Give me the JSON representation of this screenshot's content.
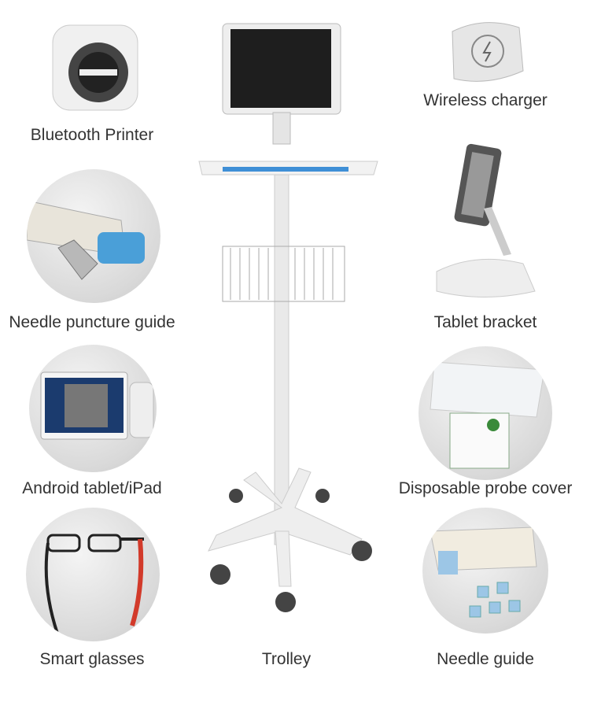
{
  "items": {
    "bluetooth_printer": {
      "label": "Bluetooth Printer",
      "icon": "printer-icon"
    },
    "wireless_charger": {
      "label": "Wireless charger",
      "icon": "wireless-charger-icon"
    },
    "needle_puncture_guide": {
      "label": "Needle puncture  guide",
      "icon": "ultrasound-probe-icon"
    },
    "tablet_bracket": {
      "label": "Tablet bracket",
      "icon": "tablet-stand-icon"
    },
    "android_tablet": {
      "label": "Android tablet/iPad",
      "icon": "tablet-icon"
    },
    "probe_cover": {
      "label": "Disposable probe cover",
      "icon": "probe-cover-icon"
    },
    "smart_glasses": {
      "label": "Smart glasses",
      "icon": "glasses-icon"
    },
    "trolley": {
      "label": "Trolley",
      "icon": "trolley-icon"
    },
    "needle_guide": {
      "label": "Needle guide",
      "icon": "needle-guide-icon"
    }
  },
  "colors": {
    "accent_blue": "#3f8fd6",
    "probe_blue": "#4a9fd8",
    "glasses_red": "#d23a2a",
    "text": "#333333"
  }
}
